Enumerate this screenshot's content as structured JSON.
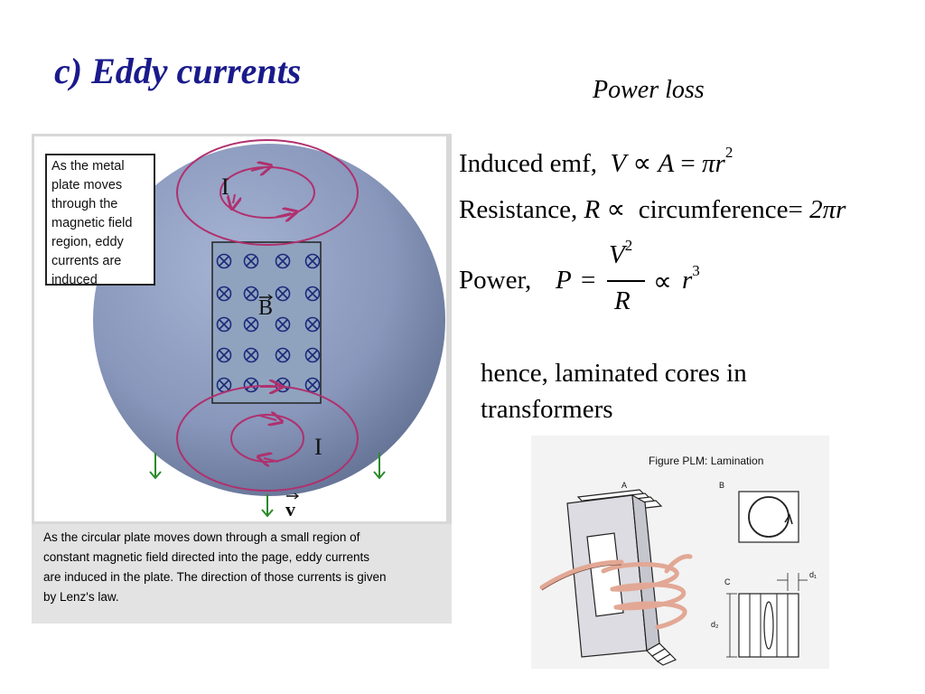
{
  "slide": {
    "title": "c) Eddy currents",
    "subtitle": "Power loss"
  },
  "equations": {
    "emf": {
      "label": "Induced emf,",
      "var": "V",
      "prop": "∝",
      "area": "A",
      "eqsign": "=",
      "rhs": "πr",
      "exp": "2"
    },
    "resistance": {
      "label": "Resistance,",
      "var": "R",
      "prop": "∝",
      "rhs_word": "circumference",
      "eqsign": "=",
      "rhs": "2πr"
    },
    "power": {
      "label": "Power,",
      "var": "P",
      "eqsign": "=",
      "num": "V",
      "num_exp": "2",
      "den": "R",
      "prop": "∝",
      "rhs": "r",
      "exp": "3"
    }
  },
  "note": {
    "line1": "hence, laminated cores in",
    "line2": "transformers"
  },
  "diagram": {
    "callout_lines": [
      "As the metal",
      "plate moves",
      "through the",
      "magnetic field",
      "region, eddy",
      "currents are",
      "induced"
    ],
    "caption_lines": [
      "As the circular plate moves down through a small region of",
      "constant magnetic field directed into the page, eddy currents",
      "are induced in the plate. The direction of those currents is given",
      "by Lenz's law."
    ],
    "current_label": "I",
    "field_label": "B",
    "velocity_label": "v"
  },
  "lamination": {
    "title": "Figure PLM:  Lamination",
    "label_a": "A",
    "label_b": "B",
    "label_c": "C",
    "label_d1": "d₁",
    "label_d2": "d₂"
  },
  "colors": {
    "title": "#1a1a8c",
    "disc": "#8a99bd",
    "loop": "#b0306e",
    "arrow": "#2a8a2a",
    "wire": "#e2a895"
  }
}
